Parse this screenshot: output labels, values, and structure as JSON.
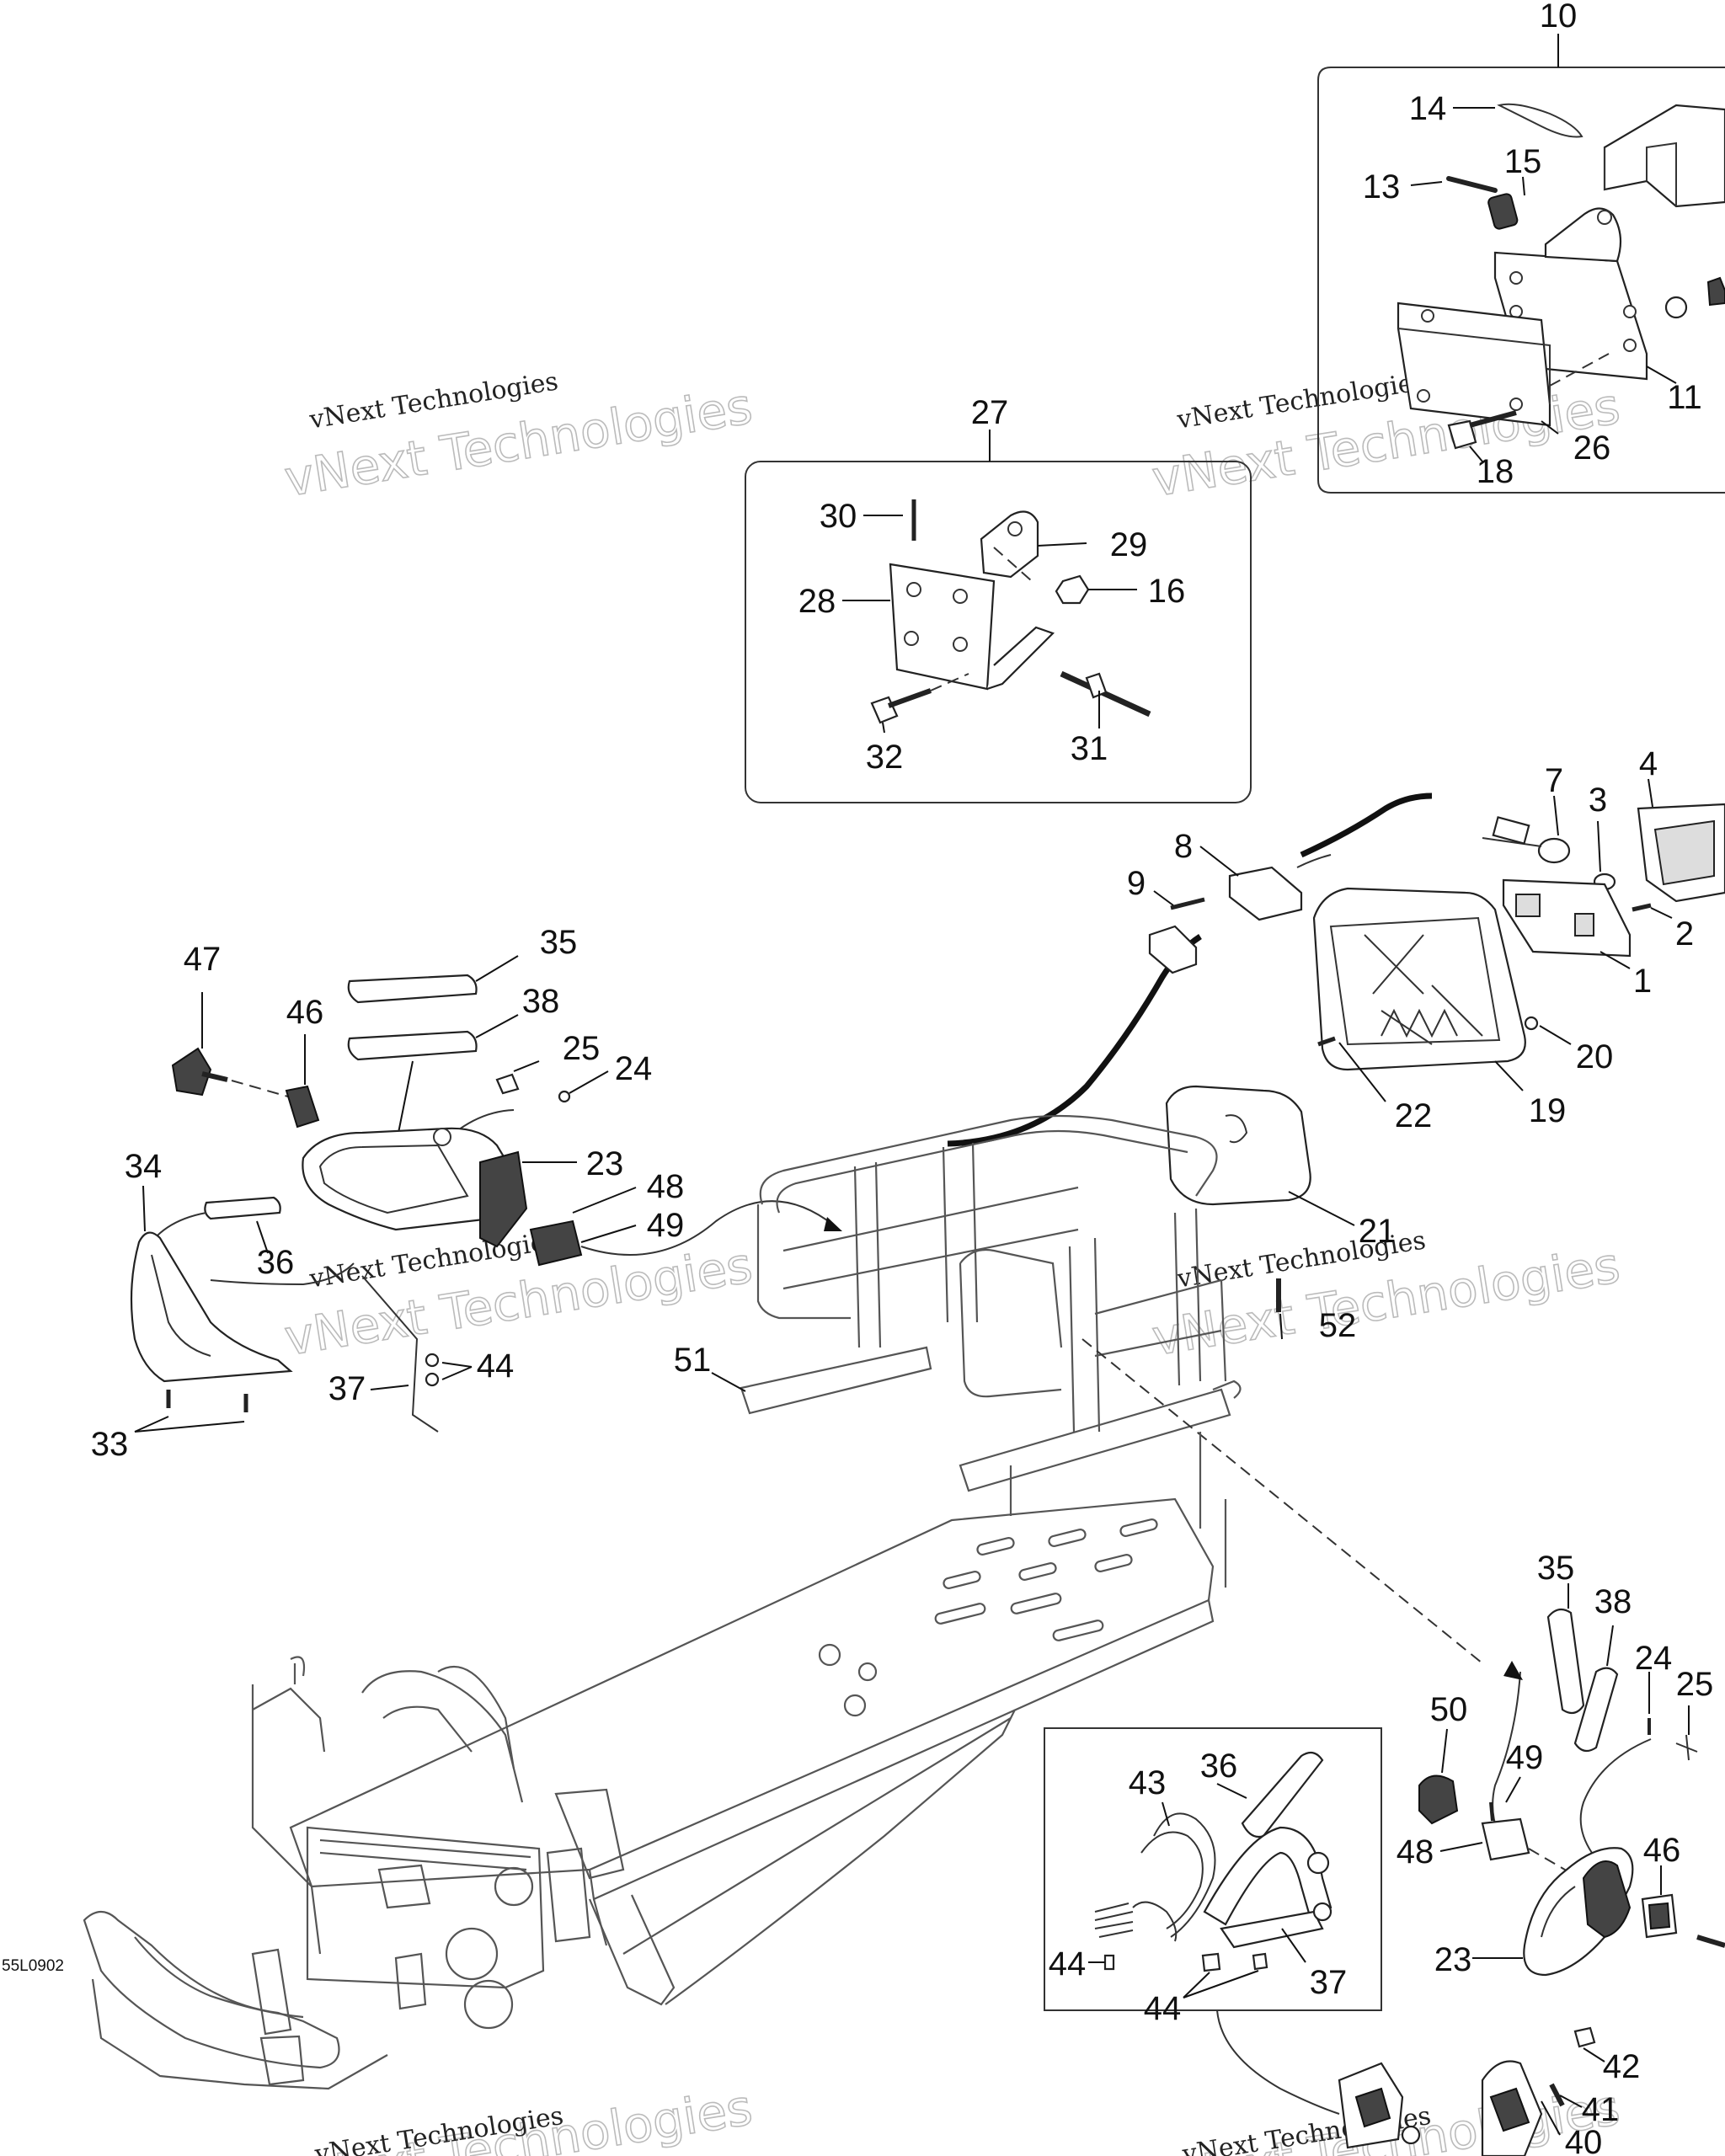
{
  "diagram": {
    "reference_code": "55L0902",
    "watermark_line1": "vNext Technologies",
    "watermark_line2": "vNext Technologies",
    "callouts": [
      {
        "id": "c10",
        "label": "10"
      },
      {
        "id": "c14",
        "label": "14"
      },
      {
        "id": "c15",
        "label": "15"
      },
      {
        "id": "c13",
        "label": "13"
      },
      {
        "id": "c11",
        "label": "11"
      },
      {
        "id": "c26",
        "label": "26"
      },
      {
        "id": "c18",
        "label": "18"
      },
      {
        "id": "c27",
        "label": "27"
      },
      {
        "id": "c30",
        "label": "30"
      },
      {
        "id": "c29",
        "label": "29"
      },
      {
        "id": "c28",
        "label": "28"
      },
      {
        "id": "c16",
        "label": "16"
      },
      {
        "id": "c32",
        "label": "32"
      },
      {
        "id": "c31",
        "label": "31"
      },
      {
        "id": "c7",
        "label": "7"
      },
      {
        "id": "c3",
        "label": "3"
      },
      {
        "id": "c4",
        "label": "4"
      },
      {
        "id": "c8",
        "label": "8"
      },
      {
        "id": "c9",
        "label": "9"
      },
      {
        "id": "c2",
        "label": "2"
      },
      {
        "id": "c1",
        "label": "1"
      },
      {
        "id": "c20",
        "label": "20"
      },
      {
        "id": "c19",
        "label": "19"
      },
      {
        "id": "c22",
        "label": "22"
      },
      {
        "id": "c21",
        "label": "21"
      },
      {
        "id": "c47",
        "label": "47"
      },
      {
        "id": "c35a",
        "label": "35"
      },
      {
        "id": "c38a",
        "label": "38"
      },
      {
        "id": "c46a",
        "label": "46"
      },
      {
        "id": "c25a",
        "label": "25"
      },
      {
        "id": "c24a",
        "label": "24"
      },
      {
        "id": "c23a",
        "label": "23"
      },
      {
        "id": "c34",
        "label": "34"
      },
      {
        "id": "c48a",
        "label": "48"
      },
      {
        "id": "c49a",
        "label": "49"
      },
      {
        "id": "c36a",
        "label": "36"
      },
      {
        "id": "c44a",
        "label": "44"
      },
      {
        "id": "c37a",
        "label": "37"
      },
      {
        "id": "c33",
        "label": "33"
      },
      {
        "id": "c51",
        "label": "51"
      },
      {
        "id": "c52",
        "label": "52"
      },
      {
        "id": "c35b",
        "label": "35"
      },
      {
        "id": "c38b",
        "label": "38"
      },
      {
        "id": "c24b",
        "label": "24"
      },
      {
        "id": "c25b",
        "label": "25"
      },
      {
        "id": "c50",
        "label": "50"
      },
      {
        "id": "c49b",
        "label": "49"
      },
      {
        "id": "c48b",
        "label": "48"
      },
      {
        "id": "c46b",
        "label": "46"
      },
      {
        "id": "c23b",
        "label": "23"
      },
      {
        "id": "c43",
        "label": "43"
      },
      {
        "id": "c36b",
        "label": "36"
      },
      {
        "id": "c44b",
        "label": "44"
      },
      {
        "id": "c37b",
        "label": "37"
      },
      {
        "id": "c44c",
        "label": "44"
      },
      {
        "id": "c42",
        "label": "42"
      },
      {
        "id": "c41",
        "label": "41"
      },
      {
        "id": "c40",
        "label": "40"
      }
    ]
  }
}
